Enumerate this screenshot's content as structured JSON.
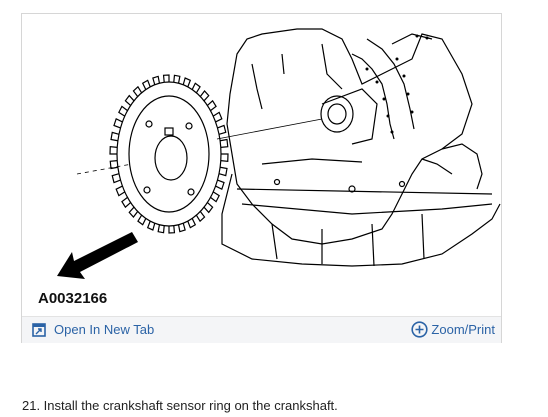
{
  "figure": {
    "id_label": "A0032166"
  },
  "footer": {
    "open_tab_label": "Open In New Tab",
    "zoom_label": "Zoom/Print"
  },
  "step": {
    "text": "21. Install the crankshaft sensor ring on the crankshaft."
  },
  "colors": {
    "link": "#2b63a6",
    "footer_bg": "#f4f5f7",
    "card_border": "#d6d6d6"
  }
}
